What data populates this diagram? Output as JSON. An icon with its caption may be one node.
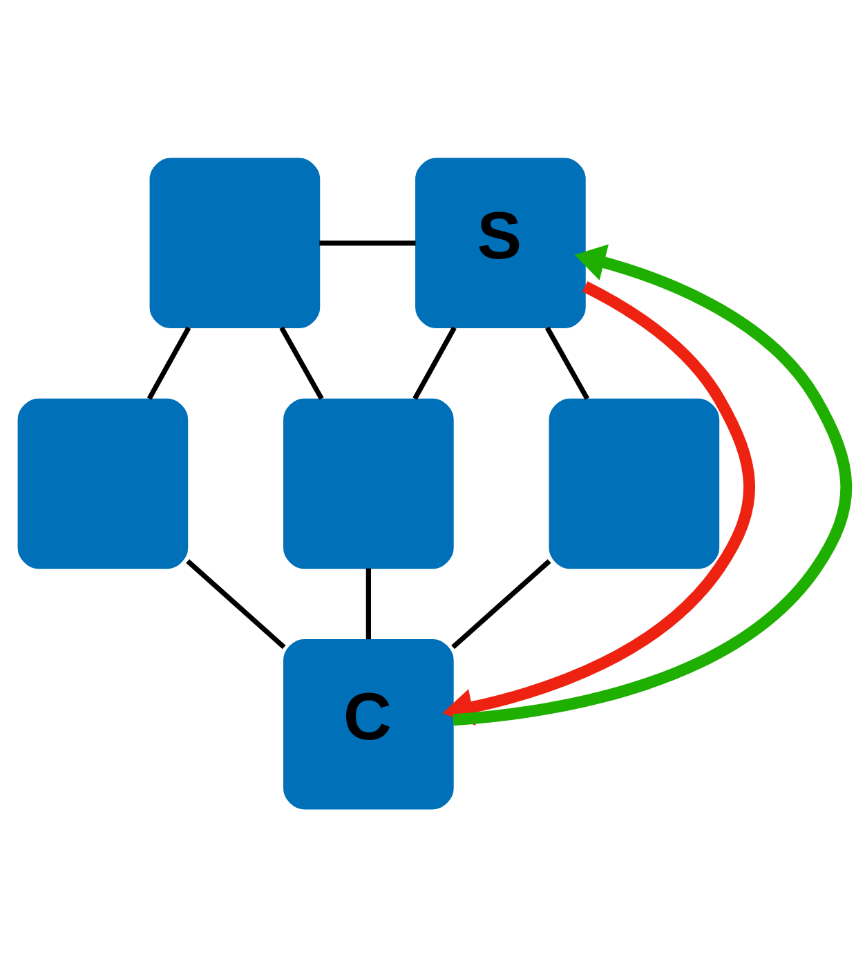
{
  "diagram": {
    "nodes": [
      {
        "text": [],
        "shape": "box"
      },
      {
        "text": [
          "S"
        ]
      },
      {
        "text": [],
        "shape": "box"
      },
      {
        "text": [],
        "shape": "box"
      },
      {
        "text": [],
        "shape": "box"
      },
      {
        "text": [
          "C"
        ]
      }
    ],
    "edges": [
      {
        "from": 0,
        "to": 1,
        "arrow": "none"
      },
      {
        "from": 0,
        "to": 2,
        "arrow": "none"
      },
      {
        "from": 0,
        "to": 3,
        "arrow": "none"
      },
      {
        "from": 1,
        "to": 3,
        "arrow": "none"
      },
      {
        "from": 1,
        "to": 4,
        "arrow": "none"
      },
      {
        "from": 2,
        "to": 5,
        "arrow": "none"
      },
      {
        "from": 3,
        "to": 5,
        "arrow": "none"
      },
      {
        "from": 4,
        "to": 5,
        "arrow": "none"
      },
      {
        "from": 5,
        "to": 1,
        "arrow": "to",
        "style": "thick",
        "color": "#1faf00"
      },
      {
        "from": 1,
        "to": 5,
        "arrow": "to",
        "style": "thick",
        "color": "#ee2211"
      }
    ]
  }
}
